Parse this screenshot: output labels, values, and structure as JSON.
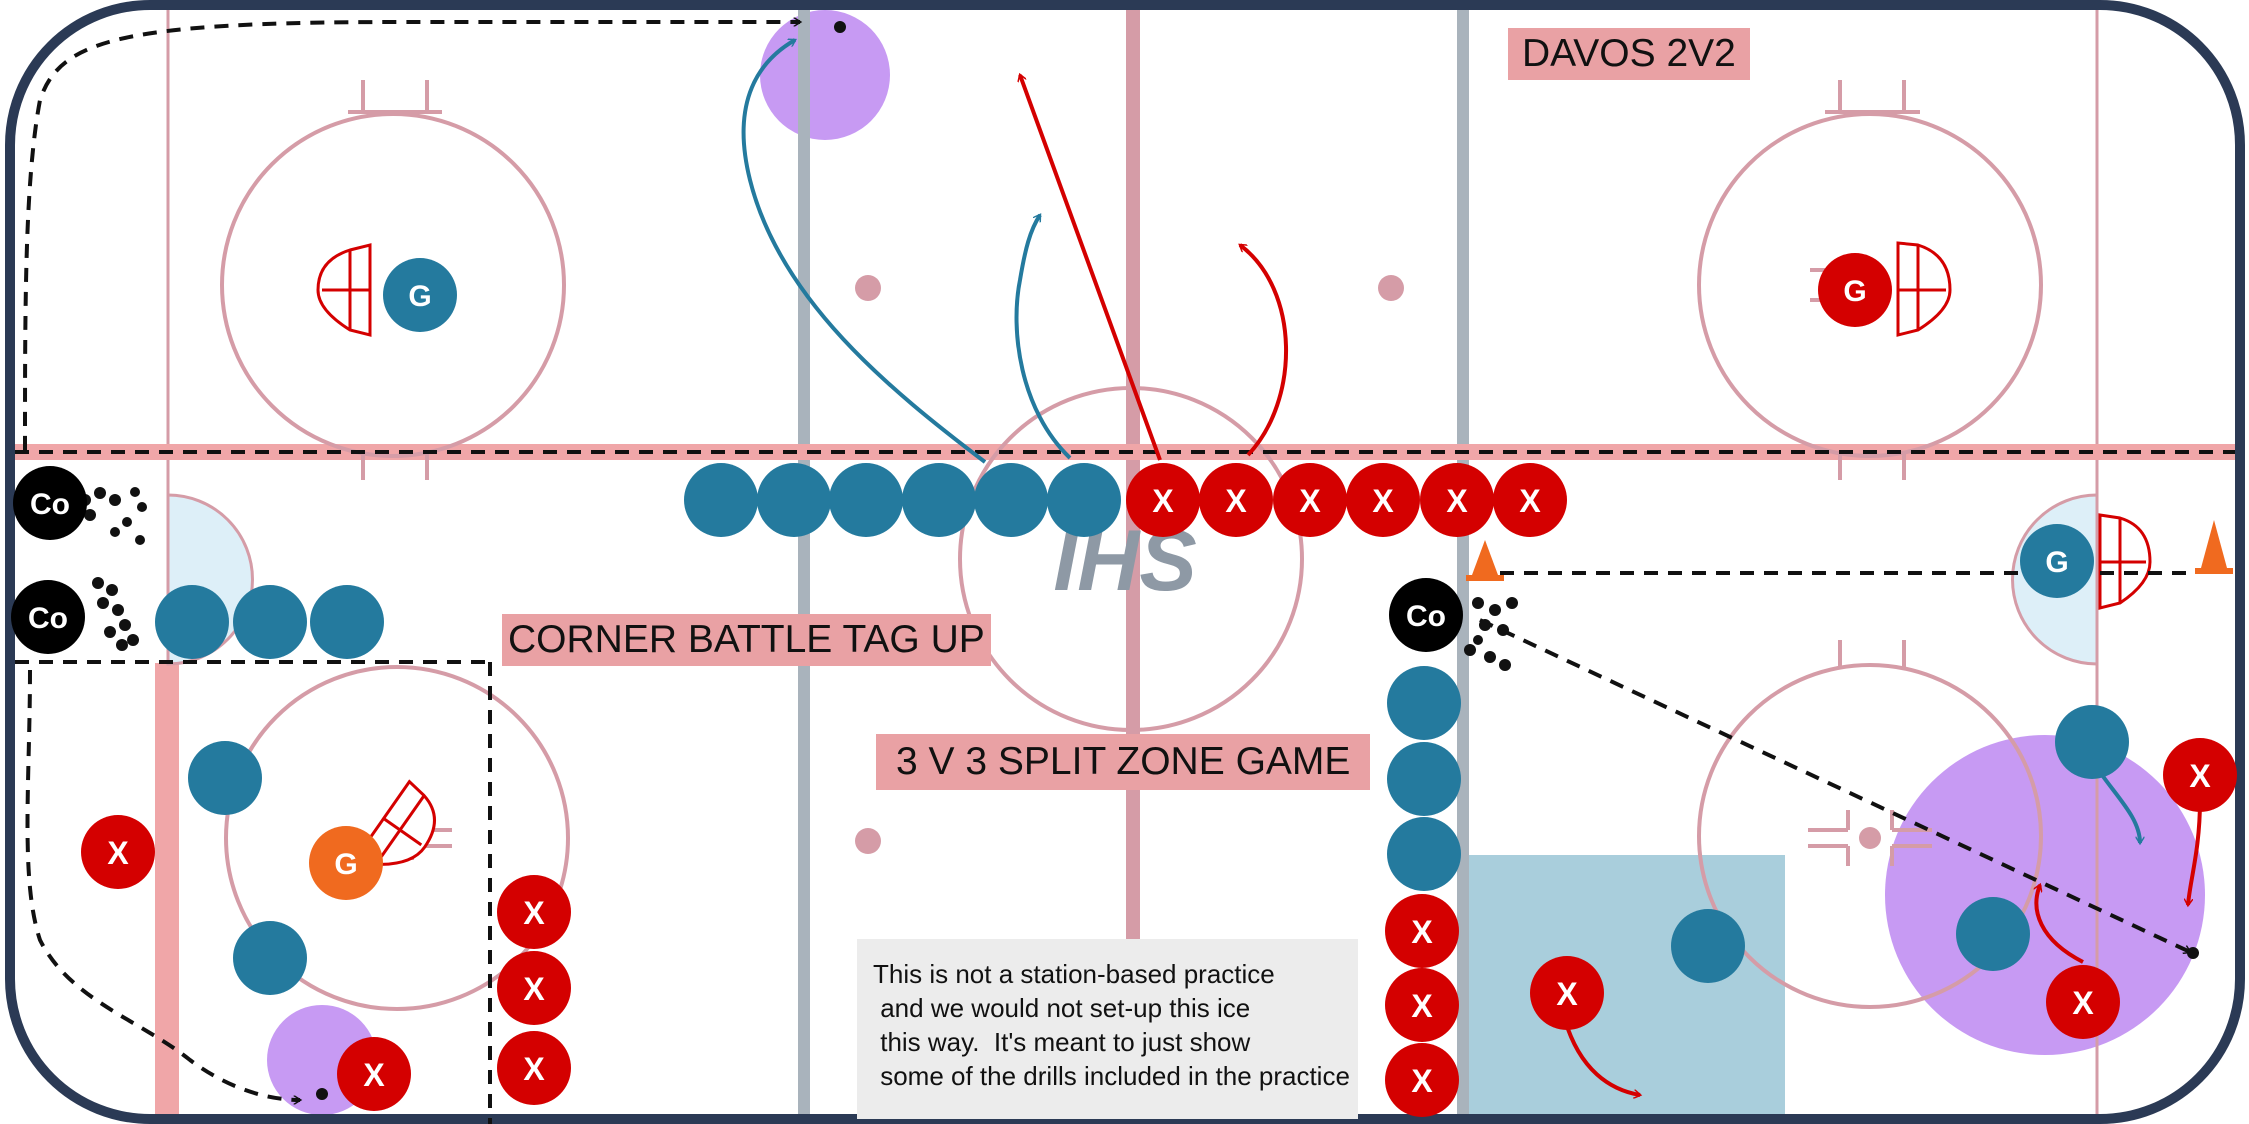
{
  "labels": {
    "davos": "DAVOS 2V2",
    "corner_battle": "CORNER BATTLE TAG UP",
    "split_zone": "3 V 3 SPLIT ZONE GAME"
  },
  "note_lines": [
    "This is not a station-based practice",
    " and we would not set-up this ice",
    " this way.  It's meant to just show",
    " some of the drills included in the practice"
  ],
  "logo_text": "IHS",
  "glyphs": {
    "player": "X",
    "goalie": "G",
    "coach": "Co"
  },
  "colors": {
    "board": "#2b3a55",
    "line_pink": "#d59ca7",
    "red_line": "#f0a6a8",
    "blue_line": "#a9b3bc",
    "team_blue": "#247a9e",
    "team_red": "#d40000",
    "goalie_orange": "#f06a1f",
    "purple_zone": "#c79af3",
    "zone_blue": "#a9cedc",
    "label_bg": "#e9a1a4"
  }
}
